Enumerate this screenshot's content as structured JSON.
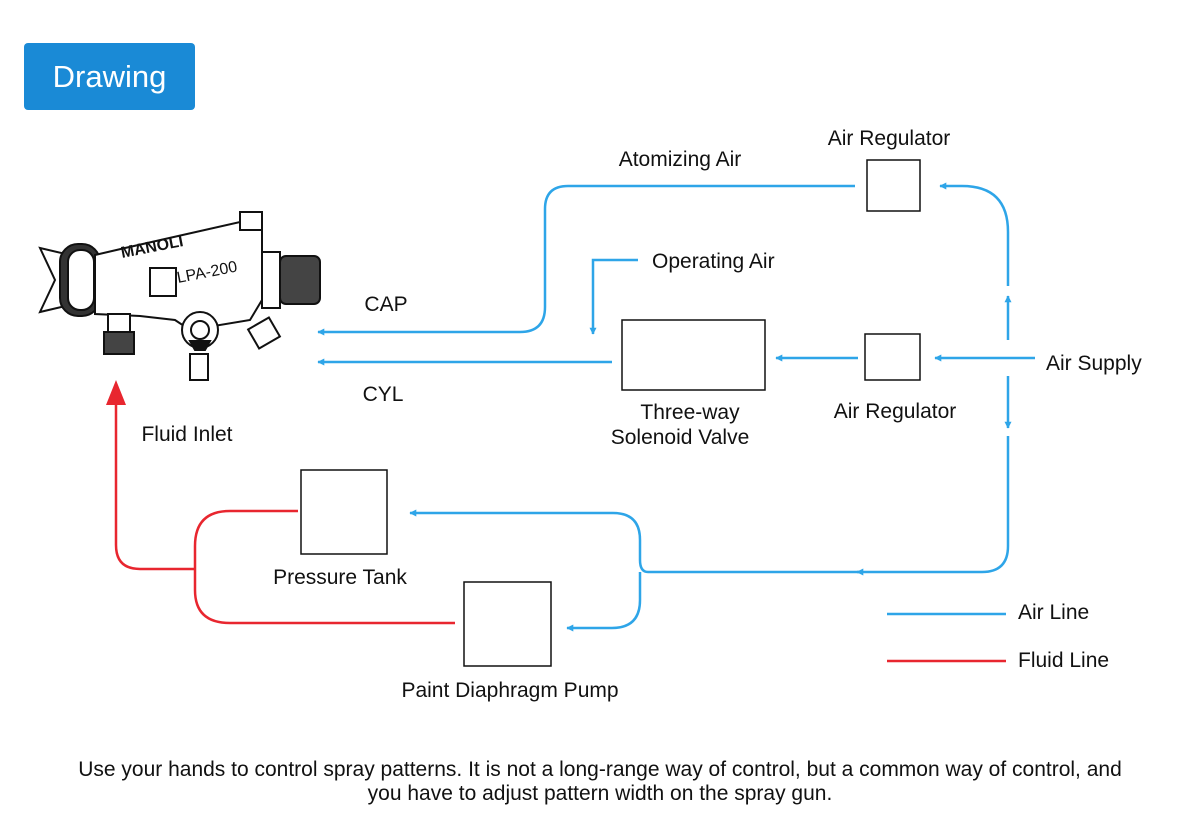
{
  "header": {
    "title": "Drawing"
  },
  "gun": {
    "brand": "MANOLI",
    "model": "LPA-200"
  },
  "labels": {
    "atomizing_air": "Atomizing Air",
    "operating_air": "Operating Air",
    "cap": "CAP",
    "cyl": "CYL",
    "air_regulator_top": "Air Regulator",
    "air_regulator_mid": "Air Regulator",
    "air_supply": "Air Supply",
    "solenoid_line1": "Three-way",
    "solenoid_line2": "Solenoid Valve",
    "fluid_inlet": "Fluid Inlet",
    "pressure_tank": "Pressure Tank",
    "pump": "Paint Diaphragm Pump"
  },
  "legend": {
    "air_line": "Air Line",
    "fluid_line": "Fluid Line"
  },
  "colors": {
    "air": "#2ea5e8",
    "fluid": "#e8262f",
    "badge": "#1a8ad6"
  },
  "footer": {
    "text": "Use your hands to control spray patterns. It is not a long-range way of control, but a common way of control, and you have to adjust pattern width on the spray gun."
  }
}
